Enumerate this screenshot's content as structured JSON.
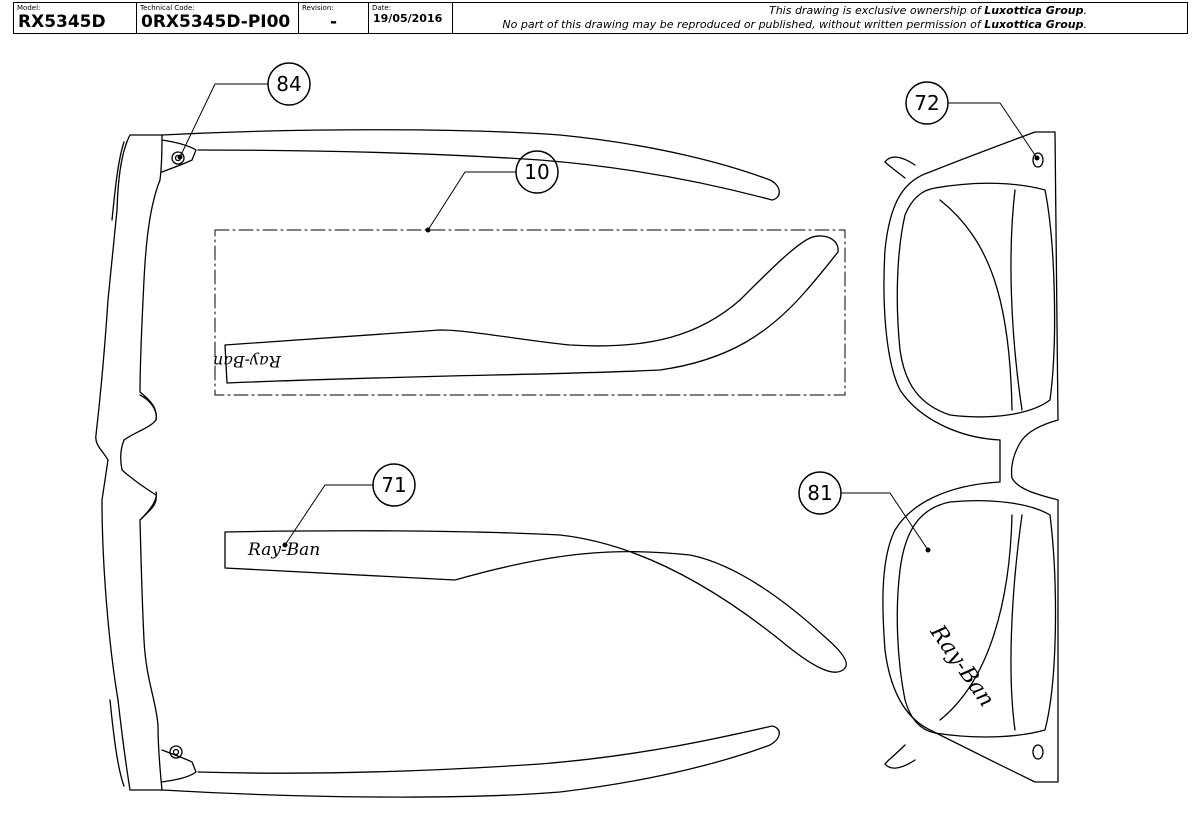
{
  "title_block": {
    "model_label": "Model:",
    "model_value": "RX5345D",
    "tech_code_label": "Technical Code:",
    "tech_code_value": "0RX5345D-PI00",
    "revision_label": "Revision:",
    "revision_value": "-",
    "date_label": "Date:",
    "date_value": "19/05/2016",
    "notice_line1_pre": "This drawing is exclusive ownership of ",
    "notice_line1_owner": "Luxottica Group",
    "notice_line1_post": ".",
    "notice_line2_pre": "No part of this drawing may be reproduced or published, without written permission of ",
    "notice_line2_owner": "Luxottica Group",
    "notice_line2_post": "."
  },
  "callouts": {
    "c84": "84",
    "c10": "10",
    "c71": "71",
    "c72": "72",
    "c81": "81"
  },
  "logos": {
    "temple_logo": "Ray-Ban",
    "lens_logo": "Ray-Ban"
  }
}
